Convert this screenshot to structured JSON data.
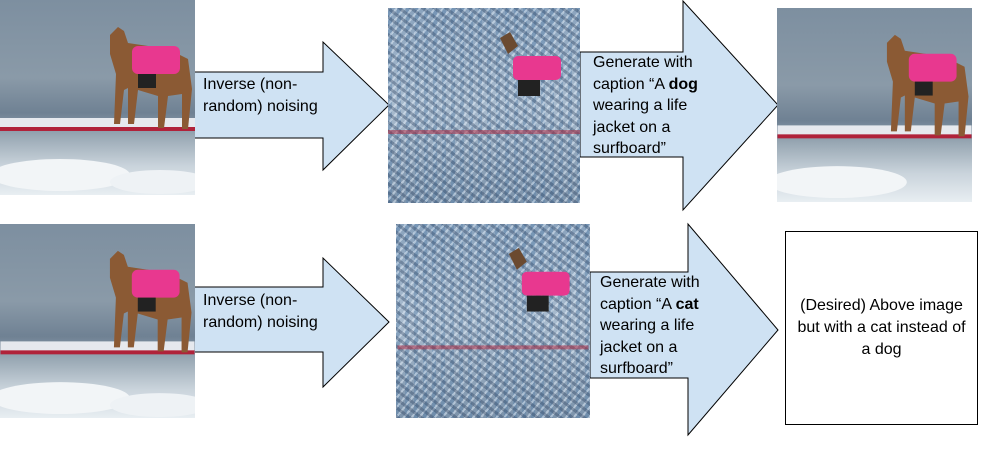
{
  "row1": {
    "arrow1_label": "Inverse (non-random) noising",
    "arrow2_label_pre": "Generate with caption “A ",
    "arrow2_label_bold": "dog",
    "arrow2_label_post": " wearing a life jacket on a surfboard”"
  },
  "row2": {
    "arrow1_label": "Inverse (non-random) noising",
    "arrow2_label_pre": "Generate with caption “A ",
    "arrow2_label_bold": "cat",
    "arrow2_label_post": " wearing a life jacket on a surfboard”",
    "desired_text": "(Desired) Above image but with a cat instead of a dog"
  },
  "colors": {
    "arrow_fill": "#cfe2f3",
    "vest": "#e8388f"
  }
}
